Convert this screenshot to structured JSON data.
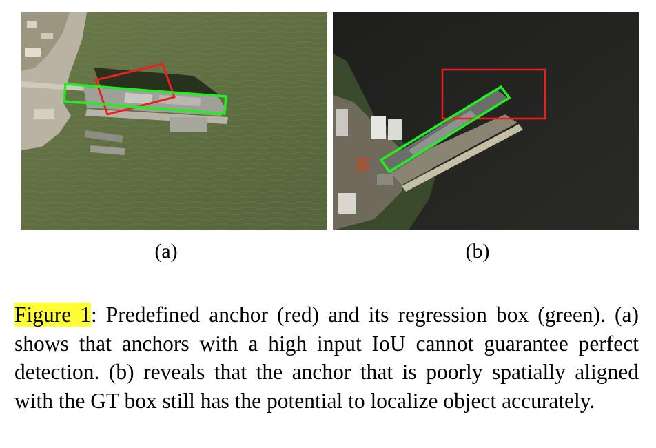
{
  "figure": {
    "panels": [
      {
        "id": "a",
        "label": "(a)",
        "anchor_color": "#e8221e",
        "box_color": "#22ee22"
      },
      {
        "id": "b",
        "label": "(b)",
        "anchor_color": "#e8221e",
        "box_color": "#22ee22"
      }
    ],
    "caption": {
      "ref": "Figure 1",
      "text": ": Predefined anchor (red) and its regression box (green). (a) shows that anchors with a high input IoU can­not guarantee perfect detection. (b) reveals that the anchor that is poorly spatially aligned with the GT box still has the potential to localize object accurately."
    },
    "highlight_color": "#ffff33"
  }
}
